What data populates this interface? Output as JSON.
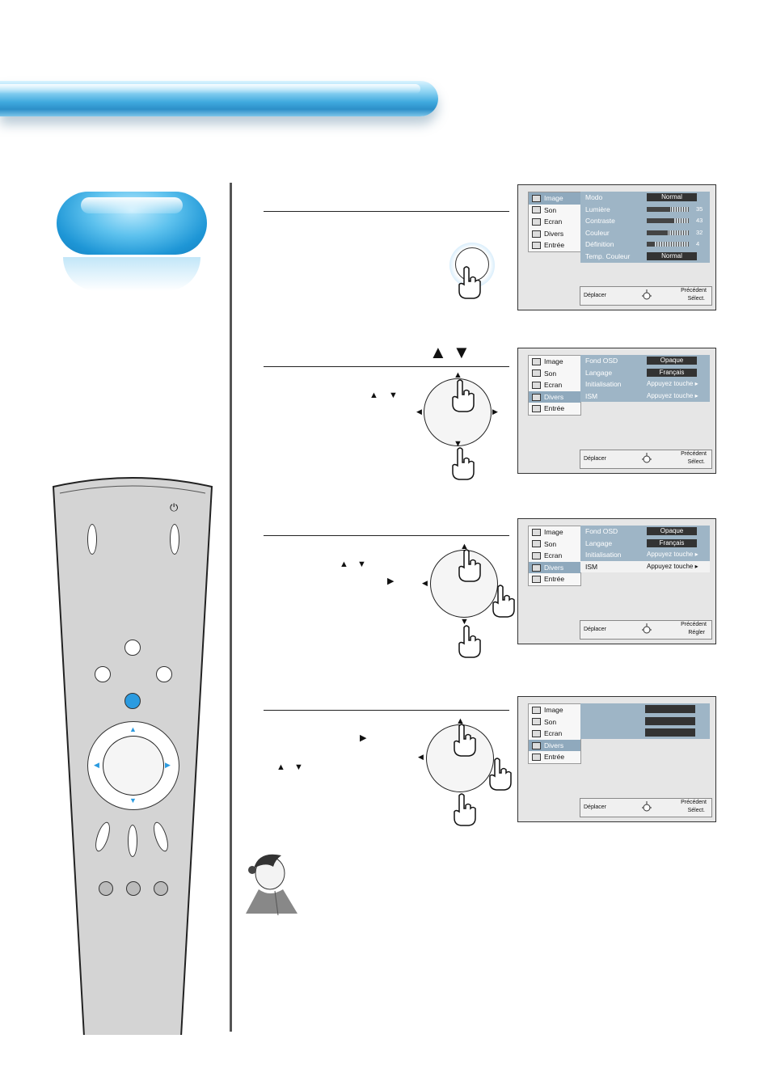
{
  "osd1": {
    "menu": [
      "Image",
      "Son",
      "Ecran",
      "Divers",
      "Entrée"
    ],
    "selected": "Image",
    "rows": [
      {
        "label": "Modo",
        "type": "box",
        "value": "Normal"
      },
      {
        "label": "Lumière",
        "type": "bar",
        "value": "35",
        "level": 0.55
      },
      {
        "label": "Contraste",
        "type": "bar",
        "value": "43",
        "level": 0.65
      },
      {
        "label": "Couleur",
        "type": "bar",
        "value": "32",
        "level": 0.5
      },
      {
        "label": "Définition",
        "type": "bar",
        "value": "4",
        "level": 0.2
      },
      {
        "label": "Temp. Couleur",
        "type": "box",
        "value": "Normal"
      }
    ],
    "foot_left": "Déplacer",
    "foot_r1": "Précédent",
    "foot_r2": "Sélect."
  },
  "osd2": {
    "menu": [
      "Image",
      "Son",
      "Ecran",
      "Divers",
      "Entrée"
    ],
    "selected": "Divers",
    "rows": [
      {
        "label": "Fond OSD",
        "type": "box",
        "value": "Opaque"
      },
      {
        "label": "Langage",
        "type": "box",
        "value": "Français"
      },
      {
        "label": "Initialisation",
        "type": "text",
        "value": "Appuyez touche ▸"
      },
      {
        "label": "ISM",
        "type": "text",
        "value": "Appuyez touche ▸"
      }
    ],
    "foot_left": "Déplacer",
    "foot_r1": "Précédent",
    "foot_r2": "Sélect."
  },
  "osd3": {
    "menu": [
      "Image",
      "Son",
      "Ecran",
      "Divers",
      "Entrée"
    ],
    "selected": "Divers",
    "rows": [
      {
        "label": "Fond OSD",
        "type": "box",
        "value": "Opaque"
      },
      {
        "label": "Langage",
        "type": "box",
        "value": "Français"
      },
      {
        "label": "Initialisation",
        "type": "text",
        "value": "Appuyez touche ▸"
      },
      {
        "label": "ISM",
        "type": "text",
        "value": "Appuyez touche ▸",
        "highlight": true
      }
    ],
    "foot_left": "Déplacer",
    "foot_r1": "Précédent",
    "foot_r2": "Régler"
  },
  "osd4": {
    "menu": [
      "Image",
      "Son",
      "Ecran",
      "Divers",
      "Entrée"
    ],
    "selected": "Divers",
    "foot_left": "Déplacer",
    "foot_r1": "Précédent",
    "foot_r2": "Sélect."
  },
  "arrows": {
    "up": "▲",
    "down": "▼",
    "right": "▶",
    "left": "◀"
  },
  "remote": {
    "power_icon": "⏻"
  }
}
